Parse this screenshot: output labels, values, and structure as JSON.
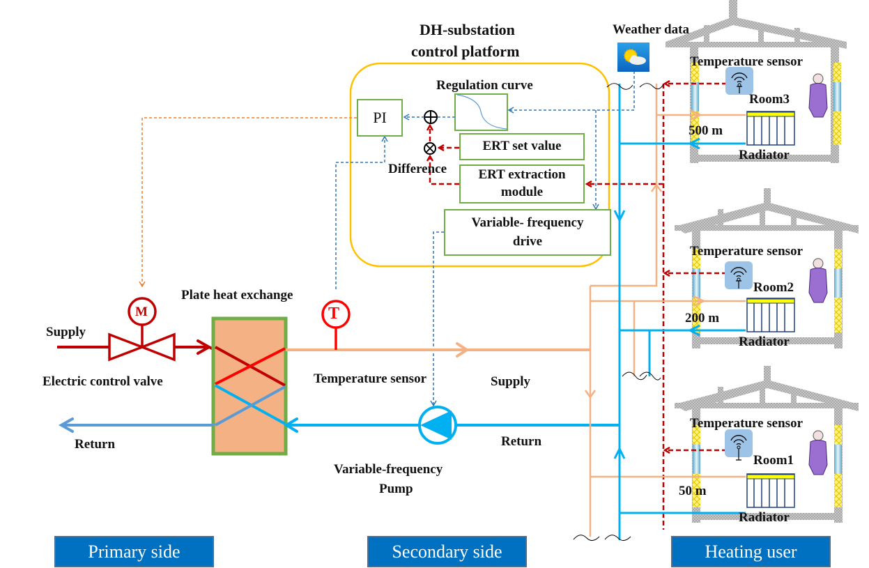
{
  "platform": {
    "title_line1": "DH-substation",
    "title_line2": "control platform",
    "regulation_curve_label": "Regulation curve",
    "pi_label": "PI",
    "ert_set_value_label": "ERT set value",
    "ert_extraction_line1": "ERT extraction",
    "ert_extraction_line2": "module",
    "difference_label": "Difference",
    "vfd_line1": "Variable- frequency",
    "vfd_line2": "drive"
  },
  "weather": {
    "label": "Weather data",
    "icon": "weather-sun-cloud-icon"
  },
  "primary": {
    "supply_label": "Supply",
    "return_label": "Return",
    "valve_label": "Electric control valve",
    "valve_symbol": "M",
    "heat_exchanger_label": "Plate heat exchange"
  },
  "secondary": {
    "temp_sensor_symbol": "T",
    "temp_sensor_label": "Temperature sensor",
    "supply_label": "Supply",
    "return_label": "Return",
    "pump_line1": "Variable-frequency",
    "pump_line2": "Pump"
  },
  "rooms": [
    {
      "name": "Room3",
      "distance": "500 m",
      "sensor_label": "Temperature sensor",
      "radiator_label": "Radiator"
    },
    {
      "name": "Room2",
      "distance": "200 m",
      "sensor_label": "Temperature sensor",
      "radiator_label": "Radiator"
    },
    {
      "name": "Room1",
      "distance": "50 m",
      "sensor_label": "Temperature sensor",
      "radiator_label": "Radiator"
    }
  ],
  "sections": {
    "primary": "Primary side",
    "secondary": "Secondary side",
    "heating_user": "Heating user"
  },
  "colors": {
    "primary_supply": "#c00000",
    "primary_return": "#5b9bd5",
    "secondary_supply": "#f4b183",
    "secondary_return": "#00b0f0",
    "control_signal": "#2e75b6",
    "valve_signal": "#ed7d31",
    "ert_signal": "#c00000",
    "platform_border": "#ffc000",
    "box_border": "#70ad47",
    "section_bg": "#0070c0"
  }
}
